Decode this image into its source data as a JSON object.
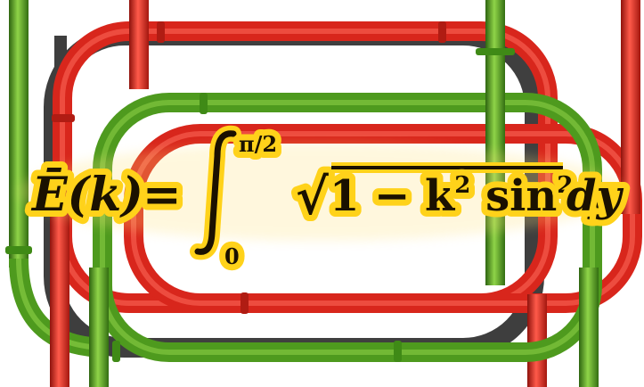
{
  "formula": {
    "lhs": "Ē(k)",
    "equals": "=",
    "upper_limit": "π/2",
    "lower_limit": "0",
    "radical": "√",
    "radicand": "1 − k",
    "k_exp": "2",
    "sin": " sin",
    "sin_exp": "2",
    "var_y": " y",
    "differential": "dy"
  },
  "colors": {
    "red_pipe": "#d8261c",
    "green_pipe": "#4e9a1e",
    "shadow": "#1d1d1d",
    "glow": "#ffd21a",
    "ink": "#1a1100"
  }
}
